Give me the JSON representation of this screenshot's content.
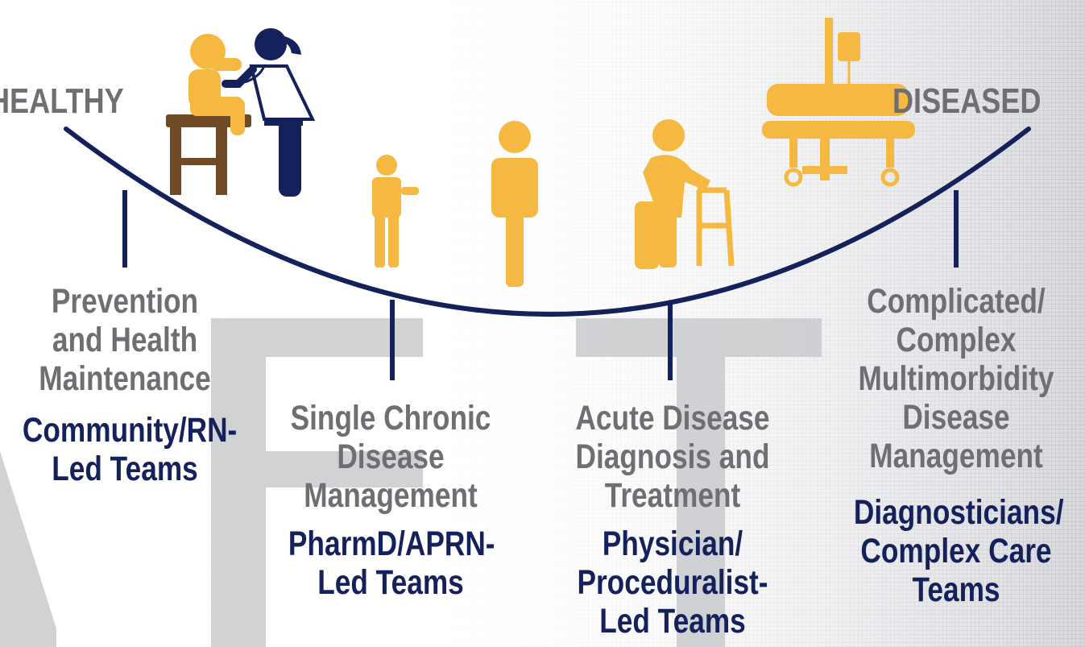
{
  "endpoints": {
    "left": "HEALTHY",
    "right": "DISEASED"
  },
  "stages": [
    {
      "description": [
        "Prevention",
        "and Health",
        "Maintenance"
      ],
      "team": [
        "Community/RN-",
        "Led Teams"
      ]
    },
    {
      "description": [
        "Single Chronic",
        "Disease",
        "Management"
      ],
      "team": [
        "PharmD/APRN-",
        "Led Teams"
      ]
    },
    {
      "description": [
        "Acute Disease",
        "Diagnosis and",
        "Treatment"
      ],
      "team": [
        "Physician/",
        "Proceduralist-",
        "Led Teams"
      ]
    },
    {
      "description": [
        "Complicated/",
        "Complex",
        "Multimorbidity",
        "Disease",
        "Management"
      ],
      "team": [
        "Diagnosticians/",
        "Complex Care",
        "Teams"
      ]
    }
  ],
  "colors": {
    "navy": "#14215b",
    "gold": "#f5b841",
    "grey_text": "#6e6f73",
    "stool_brown": "#6f4a25",
    "watermark_grey": "#c9cacc"
  },
  "icons": [
    "doctor-icon",
    "child-patient-icon",
    "stool-icon",
    "child-icon",
    "adult-icon",
    "elderly-walker-icon",
    "hospital-bed-iv-icon"
  ]
}
